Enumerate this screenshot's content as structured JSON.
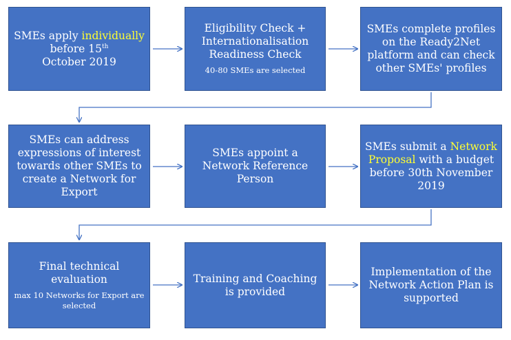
{
  "colors": {
    "box_fill": "#4472c4",
    "box_border": "#2f528f",
    "connector": "#4472c4",
    "highlight": "#ffff33"
  },
  "steps": [
    {
      "main_pre": "SMEs apply ",
      "main_highlight": "individually",
      "main_post": " before 15",
      "main_sup": "th",
      "main_tail": "October 2019"
    },
    {
      "main": "Eligibility  Check + Internationalisation Readiness Check",
      "sub": "40-80 SMEs are selected"
    },
    {
      "main": "SMEs complete profiles on the Ready2Net platform and can check other SMEs' profiles"
    },
    {
      "main": "SMEs can address expressions of interest towards other SMEs to create a Network for Export"
    },
    {
      "main": "SMEs appoint a Network Reference Person"
    },
    {
      "main_pre": "SMEs submit a ",
      "main_highlight": "Network Proposal",
      "main_post": " with a budget before 30th November 2019"
    },
    {
      "main": "Final technical evaluation",
      "sub": "max 10 Networks for Export are selected"
    },
    {
      "main": "Training and Coaching is provided"
    },
    {
      "main": "Implementation of the Network Action Plan is supported"
    }
  ]
}
